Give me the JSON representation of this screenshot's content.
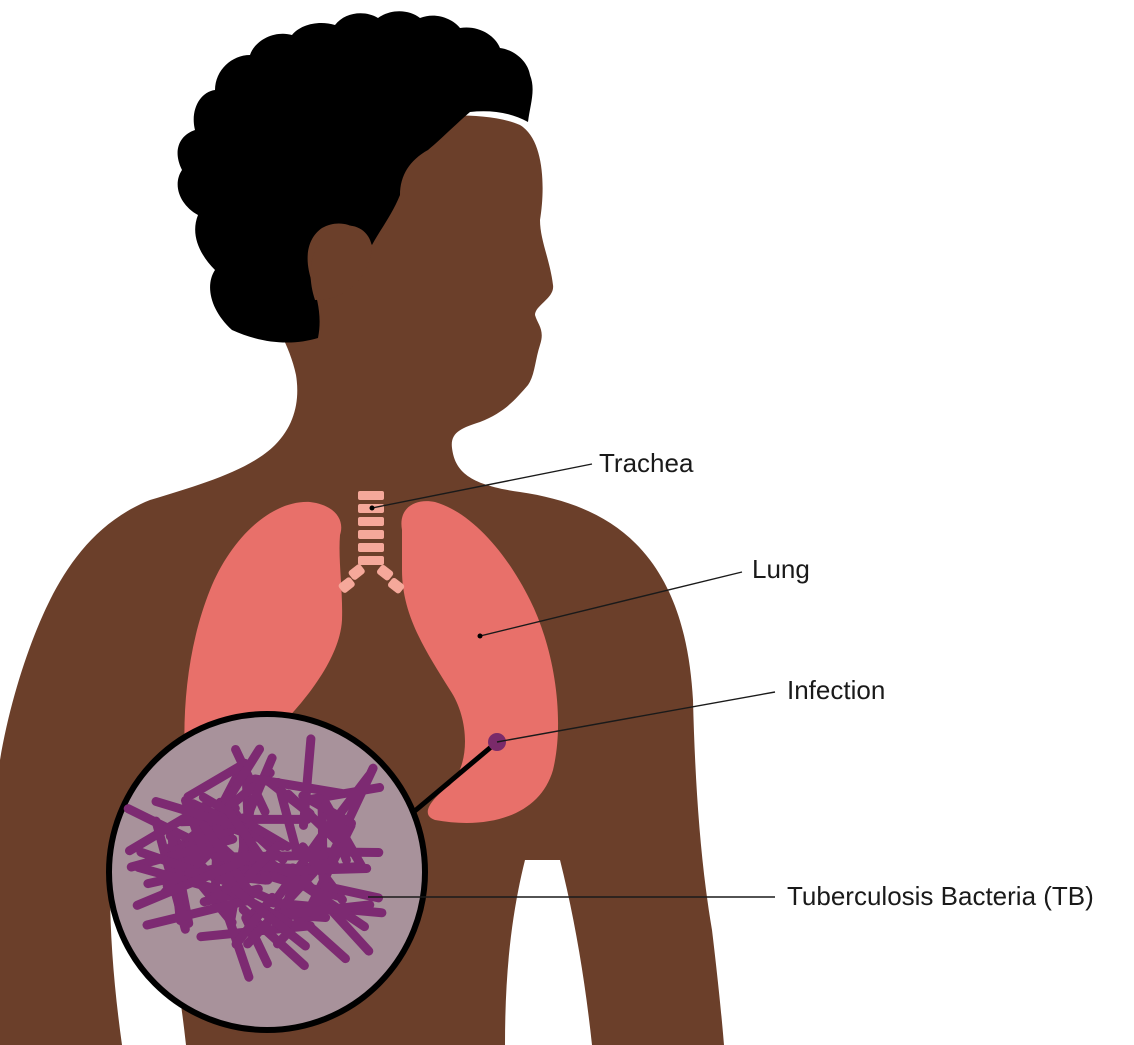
{
  "labels": {
    "trachea": "Trachea",
    "lung": "Lung",
    "infection": "Infection",
    "bacteria": "Tuberculosis Bacteria (TB)"
  },
  "colors": {
    "skin": "#6b3f2a",
    "hair": "#000000",
    "lung": "#e8706a",
    "trachea": "#f5a89a",
    "infection": "#7a2a6a",
    "bacteria": "#7d2a72",
    "magnifier_bg": "#a8929b"
  }
}
